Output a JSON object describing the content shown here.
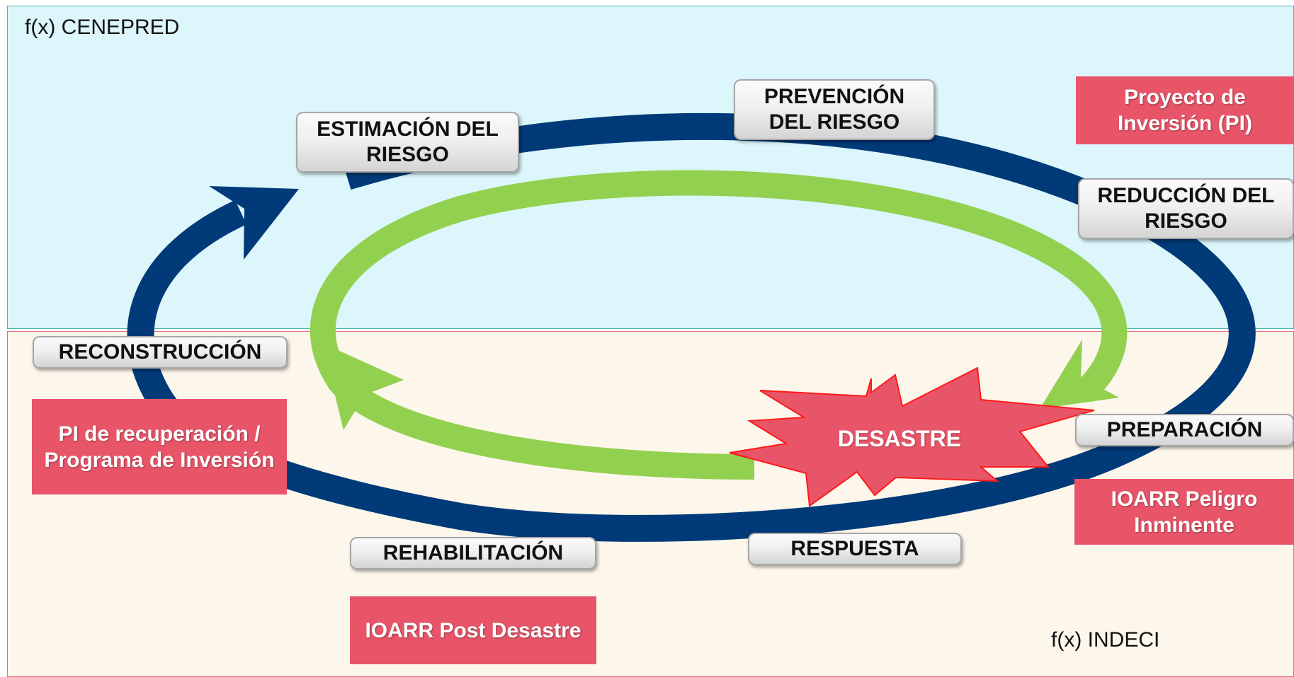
{
  "zones": {
    "top_label": "f(x) CENEPRED",
    "bottom_label": "f(x) INDECI"
  },
  "stages": {
    "estimacion": "ESTIMACIÓN DEL RIESGO",
    "prevencion": "PREVENCIÓN DEL RIESGO",
    "reduccion": "REDUCCIÓN DEL RIESGO",
    "preparacion": "PREPARACIÓN",
    "respuesta": "RESPUESTA",
    "rehabilitacion": "REHABILITACIÓN",
    "reconstruccion": "RECONSTRUCCIÓN"
  },
  "event": {
    "label": "DESASTRE"
  },
  "instruments": {
    "proyecto_inversion": "Proyecto de Inversión (PI)",
    "ioarr_peligro": "IOARR Peligro Inminente",
    "ioarr_post": "IOARR Post Desastre",
    "pi_recuperacion": "PI de recuperación / Programa de Inversión"
  },
  "colors": {
    "zone_top_bg": "#dcf6fb",
    "zone_bottom_bg": "#fdf6ea",
    "outer_cycle": "#003a78",
    "inner_cycle": "#92d050",
    "instrument_bg": "#e85569",
    "disaster_fill": "#e85569",
    "disaster_stroke": "#ff1a1a"
  }
}
